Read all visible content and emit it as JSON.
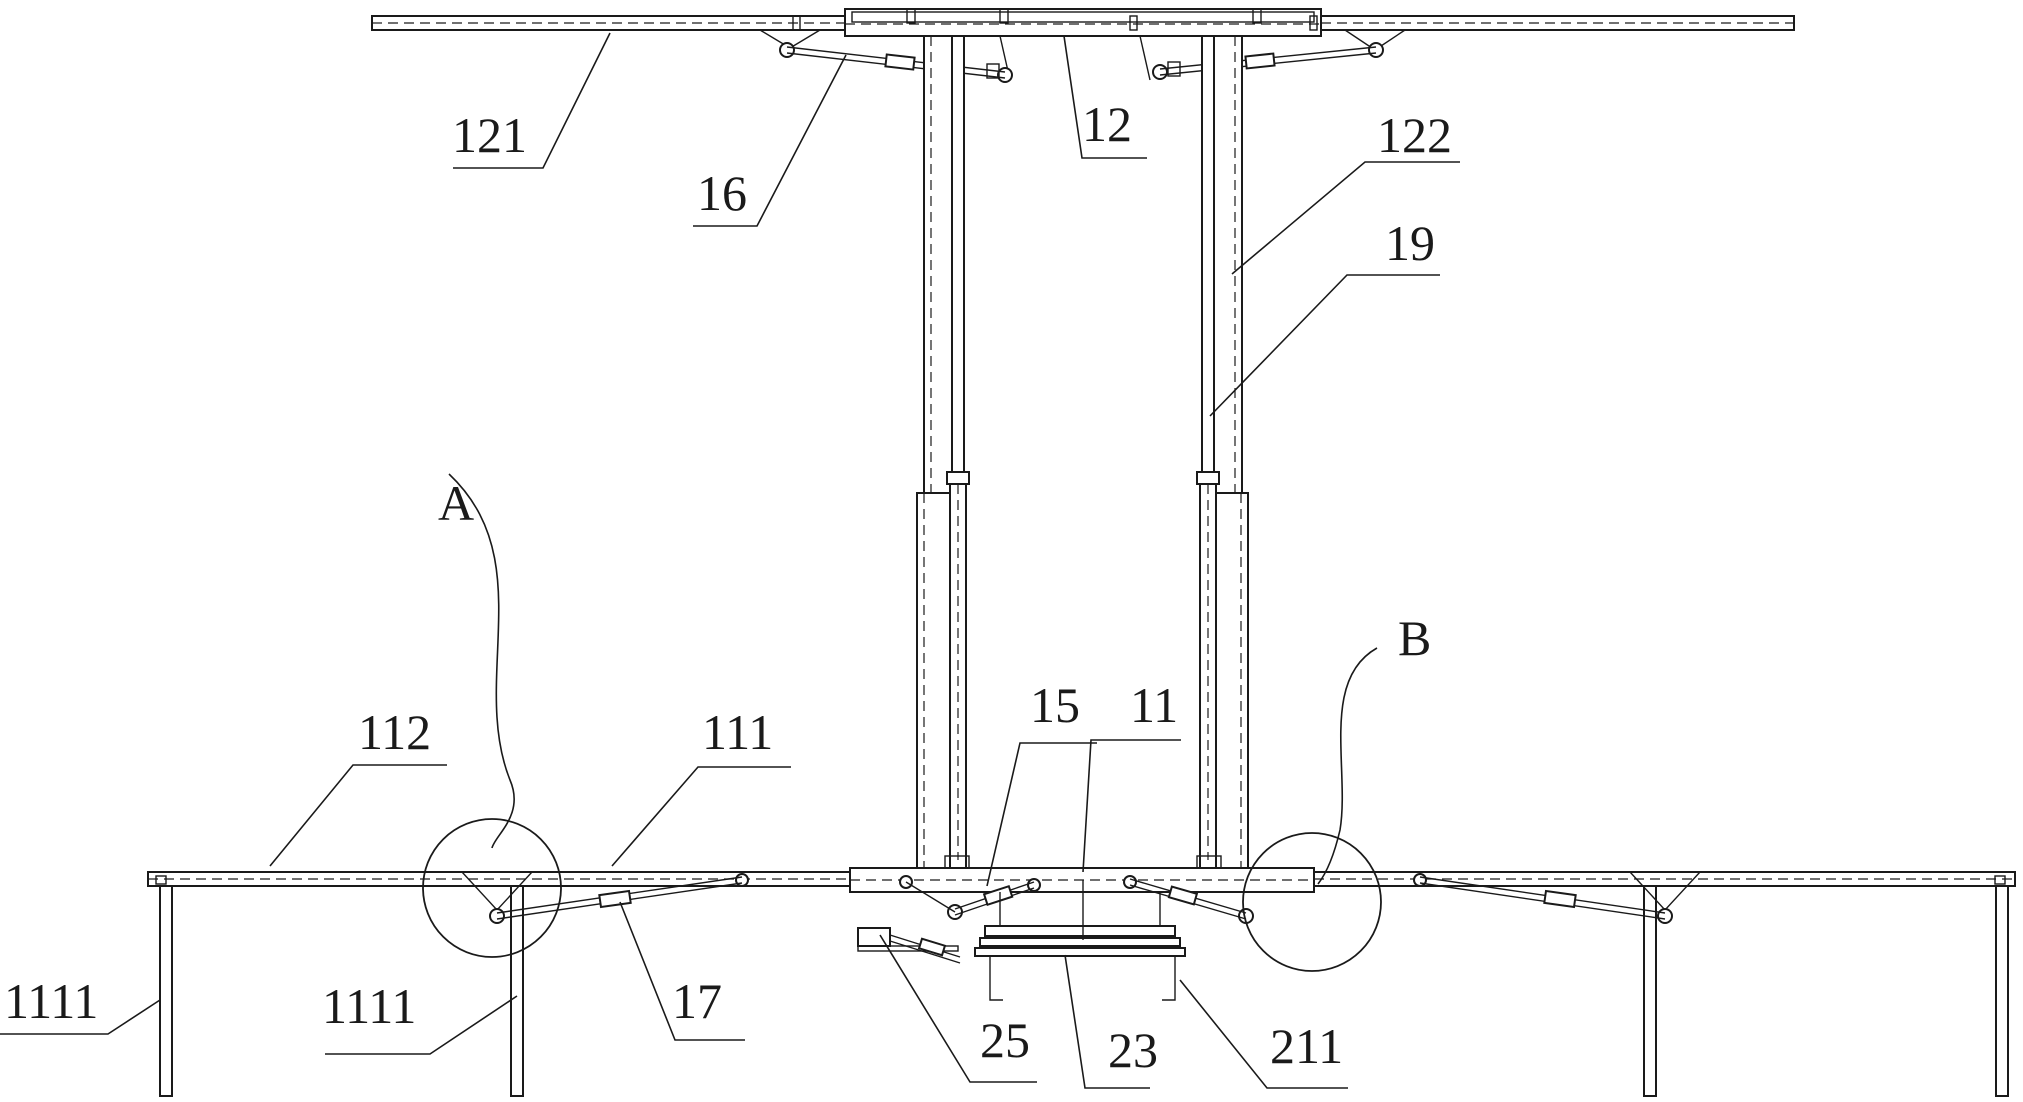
{
  "figure": {
    "labels": {
      "l121": "121",
      "l16": "16",
      "l12": "12",
      "l122": "122",
      "l19": "19",
      "lA": "A",
      "lB": "B",
      "l112": "112",
      "l111": "111",
      "l15": "15",
      "l11": "11",
      "l1111a": "1111",
      "l1111b": "1111",
      "l17": "17",
      "l25": "25",
      "l23": "23",
      "l211": "211"
    }
  }
}
